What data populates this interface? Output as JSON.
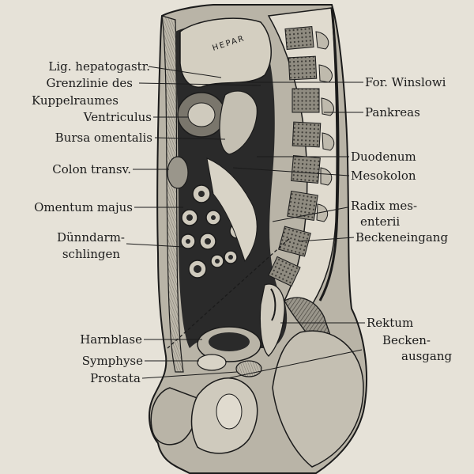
{
  "figure": {
    "organ_text": "HEPAR",
    "labels_left": [
      {
        "id": "lig-hepatogastr",
        "text": "Lig. hepatogastr."
      },
      {
        "id": "grenzlinie",
        "text": "Grenzlinie des"
      },
      {
        "id": "kuppelraumes",
        "text": "Kuppelraumes"
      },
      {
        "id": "ventriculus",
        "text": "Ventriculus"
      },
      {
        "id": "bursa-omentalis",
        "text": "Bursa omentalis"
      },
      {
        "id": "colon-transv",
        "text": "Colon transv."
      },
      {
        "id": "omentum-majus",
        "text": "Omentum majus"
      },
      {
        "id": "duenndarm",
        "text": "Dünndarm-"
      },
      {
        "id": "schlingen",
        "text": "schlingen"
      },
      {
        "id": "harnblase",
        "text": "Harnblase"
      },
      {
        "id": "symphyse",
        "text": "Symphyse"
      },
      {
        "id": "prostata",
        "text": "Prostata"
      }
    ],
    "labels_right": [
      {
        "id": "for-winslowi",
        "text": "For. Winslowi"
      },
      {
        "id": "pankreas",
        "text": "Pankreas"
      },
      {
        "id": "duodenum",
        "text": "Duodenum"
      },
      {
        "id": "mesokolon",
        "text": "Mesokolon"
      },
      {
        "id": "radix-mes",
        "text": "Radix mes-"
      },
      {
        "id": "enterii",
        "text": "enterii"
      },
      {
        "id": "beckeneingang",
        "text": "Beckeneingang"
      },
      {
        "id": "rektum",
        "text": "Rektum"
      },
      {
        "id": "becken",
        "text": "Becken-"
      },
      {
        "id": "ausgang",
        "text": "ausgang"
      }
    ]
  },
  "colors": {
    "paper": "#e6e2d8",
    "ink": "#1b1b1b",
    "dark_tissue": "#2a2a2a",
    "mid_tissue": "#7a766c",
    "light_tissue": "#cfcabd"
  }
}
